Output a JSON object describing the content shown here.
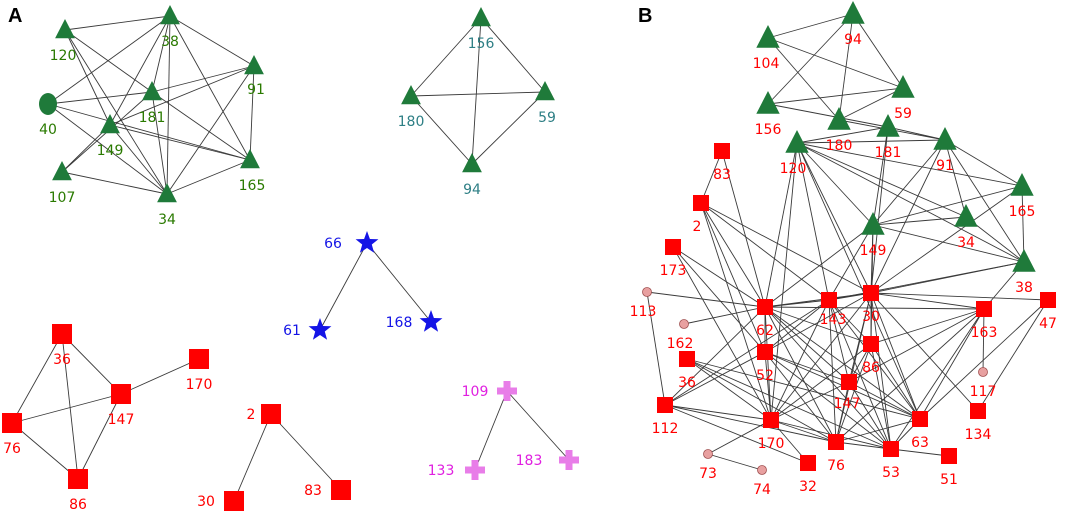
{
  "panels": [
    {
      "label": "A",
      "nodes": [
        {
          "id": "A-120",
          "label": "120",
          "shape": "triangle",
          "color": "green"
        },
        {
          "id": "A-38",
          "label": "38",
          "shape": "triangle",
          "color": "green"
        },
        {
          "id": "A-40",
          "label": "40",
          "shape": "circle",
          "color": "green"
        },
        {
          "id": "A-181",
          "label": "181",
          "shape": "triangle",
          "color": "green"
        },
        {
          "id": "A-91",
          "label": "91",
          "shape": "triangle",
          "color": "green"
        },
        {
          "id": "A-149",
          "label": "149",
          "shape": "triangle",
          "color": "green"
        },
        {
          "id": "A-107",
          "label": "107",
          "shape": "triangle",
          "color": "green"
        },
        {
          "id": "A-34",
          "label": "34",
          "shape": "triangle",
          "color": "green"
        },
        {
          "id": "A-165",
          "label": "165",
          "shape": "triangle",
          "color": "green"
        },
        {
          "id": "A-156",
          "label": "156",
          "shape": "triangle",
          "color": "green",
          "label_color": "teal"
        },
        {
          "id": "A-180",
          "label": "180",
          "shape": "triangle",
          "color": "green",
          "label_color": "teal"
        },
        {
          "id": "A-59",
          "label": "59",
          "shape": "triangle",
          "color": "green",
          "label_color": "teal"
        },
        {
          "id": "A-94",
          "label": "94",
          "shape": "triangle",
          "color": "green",
          "label_color": "teal"
        },
        {
          "id": "A-66",
          "label": "66",
          "shape": "star",
          "color": "blue"
        },
        {
          "id": "A-61",
          "label": "61",
          "shape": "star",
          "color": "blue"
        },
        {
          "id": "A-168",
          "label": "168",
          "shape": "star",
          "color": "blue"
        },
        {
          "id": "A-36",
          "label": "36",
          "shape": "square",
          "color": "red"
        },
        {
          "id": "A-147",
          "label": "147",
          "shape": "square",
          "color": "red"
        },
        {
          "id": "A-170",
          "label": "170",
          "shape": "square",
          "color": "red"
        },
        {
          "id": "A-76",
          "label": "76",
          "shape": "square",
          "color": "red"
        },
        {
          "id": "A-86",
          "label": "86",
          "shape": "square",
          "color": "red"
        },
        {
          "id": "A-2",
          "label": "2",
          "shape": "square",
          "color": "red"
        },
        {
          "id": "A-30",
          "label": "30",
          "shape": "square",
          "color": "red"
        },
        {
          "id": "A-83",
          "label": "83",
          "shape": "square",
          "color": "red"
        },
        {
          "id": "A-109",
          "label": "109",
          "shape": "cross",
          "color": "pink"
        },
        {
          "id": "A-133",
          "label": "133",
          "shape": "cross",
          "color": "pink"
        },
        {
          "id": "A-183",
          "label": "183",
          "shape": "cross",
          "color": "pink"
        }
      ],
      "edges": [
        [
          "A-120",
          "A-38"
        ],
        [
          "A-120",
          "A-149"
        ],
        [
          "A-120",
          "A-181"
        ],
        [
          "A-120",
          "A-34"
        ],
        [
          "A-38",
          "A-40"
        ],
        [
          "A-38",
          "A-149"
        ],
        [
          "A-38",
          "A-181"
        ],
        [
          "A-38",
          "A-91"
        ],
        [
          "A-38",
          "A-34"
        ],
        [
          "A-38",
          "A-165"
        ],
        [
          "A-40",
          "A-181"
        ],
        [
          "A-40",
          "A-165"
        ],
        [
          "A-40",
          "A-34"
        ],
        [
          "A-181",
          "A-91"
        ],
        [
          "A-181",
          "A-34"
        ],
        [
          "A-181",
          "A-165"
        ],
        [
          "A-181",
          "A-107"
        ],
        [
          "A-91",
          "A-149"
        ],
        [
          "A-91",
          "A-34"
        ],
        [
          "A-91",
          "A-165"
        ],
        [
          "A-149",
          "A-34"
        ],
        [
          "A-149",
          "A-165"
        ],
        [
          "A-149",
          "A-107"
        ],
        [
          "A-107",
          "A-34"
        ],
        [
          "A-34",
          "A-165"
        ],
        [
          "A-156",
          "A-180"
        ],
        [
          "A-156",
          "A-59"
        ],
        [
          "A-156",
          "A-94"
        ],
        [
          "A-180",
          "A-59"
        ],
        [
          "A-180",
          "A-94"
        ],
        [
          "A-59",
          "A-94"
        ],
        [
          "A-66",
          "A-61"
        ],
        [
          "A-66",
          "A-168"
        ],
        [
          "A-36",
          "A-147"
        ],
        [
          "A-36",
          "A-76"
        ],
        [
          "A-36",
          "A-86"
        ],
        [
          "A-147",
          "A-170"
        ],
        [
          "A-147",
          "A-76"
        ],
        [
          "A-147",
          "A-86"
        ],
        [
          "A-76",
          "A-86"
        ],
        [
          "A-2",
          "A-30"
        ],
        [
          "A-2",
          "A-83"
        ],
        [
          "A-109",
          "A-133"
        ],
        [
          "A-109",
          "A-183"
        ]
      ]
    },
    {
      "label": "B",
      "nodes": [
        {
          "id": "B-94",
          "label": "94",
          "shape": "triangle",
          "color": "green",
          "label_color": "red"
        },
        {
          "id": "B-104",
          "label": "104",
          "shape": "triangle",
          "color": "green",
          "label_color": "red"
        },
        {
          "id": "B-59",
          "label": "59",
          "shape": "triangle",
          "color": "green",
          "label_color": "red"
        },
        {
          "id": "B-156",
          "label": "156",
          "shape": "triangle",
          "color": "green",
          "label_color": "red"
        },
        {
          "id": "B-180",
          "label": "180",
          "shape": "triangle",
          "color": "green",
          "label_color": "red"
        },
        {
          "id": "B-181",
          "label": "181",
          "shape": "triangle",
          "color": "green",
          "label_color": "red"
        },
        {
          "id": "B-91",
          "label": "91",
          "shape": "triangle",
          "color": "green",
          "label_color": "red"
        },
        {
          "id": "B-120",
          "label": "120",
          "shape": "triangle",
          "color": "green",
          "label_color": "red"
        },
        {
          "id": "B-165",
          "label": "165",
          "shape": "triangle",
          "color": "green",
          "label_color": "red"
        },
        {
          "id": "B-149",
          "label": "149",
          "shape": "triangle",
          "color": "green",
          "label_color": "red"
        },
        {
          "id": "B-34",
          "label": "34",
          "shape": "triangle",
          "color": "green",
          "label_color": "red"
        },
        {
          "id": "B-38",
          "label": "38",
          "shape": "triangle",
          "color": "green",
          "label_color": "red"
        },
        {
          "id": "B-83",
          "label": "83",
          "shape": "square",
          "color": "red"
        },
        {
          "id": "B-2",
          "label": "2",
          "shape": "square",
          "color": "red"
        },
        {
          "id": "B-173",
          "label": "173",
          "shape": "square",
          "color": "red"
        },
        {
          "id": "B-113",
          "label": "113",
          "shape": "small-circle",
          "color": "rose"
        },
        {
          "id": "B-162",
          "label": "162",
          "shape": "small-circle",
          "color": "rose"
        },
        {
          "id": "B-62",
          "label": "62",
          "shape": "square",
          "color": "red"
        },
        {
          "id": "B-143",
          "label": "143",
          "shape": "square",
          "color": "red"
        },
        {
          "id": "B-30",
          "label": "30",
          "shape": "square",
          "color": "red"
        },
        {
          "id": "B-163",
          "label": "163",
          "shape": "square",
          "color": "red"
        },
        {
          "id": "B-47",
          "label": "47",
          "shape": "square",
          "color": "red"
        },
        {
          "id": "B-36",
          "label": "36",
          "shape": "square",
          "color": "red"
        },
        {
          "id": "B-52",
          "label": "52",
          "shape": "square",
          "color": "red"
        },
        {
          "id": "B-86",
          "label": "86",
          "shape": "square",
          "color": "red"
        },
        {
          "id": "B-117",
          "label": "117",
          "shape": "small-circle",
          "color": "rose"
        },
        {
          "id": "B-147",
          "label": "147",
          "shape": "square",
          "color": "red"
        },
        {
          "id": "B-134",
          "label": "134",
          "shape": "square",
          "color": "red"
        },
        {
          "id": "B-112",
          "label": "112",
          "shape": "square",
          "color": "red"
        },
        {
          "id": "B-170",
          "label": "170",
          "shape": "square",
          "color": "red"
        },
        {
          "id": "B-63",
          "label": "63",
          "shape": "square",
          "color": "red"
        },
        {
          "id": "B-76",
          "label": "76",
          "shape": "square",
          "color": "red"
        },
        {
          "id": "B-53",
          "label": "53",
          "shape": "square",
          "color": "red"
        },
        {
          "id": "B-51",
          "label": "51",
          "shape": "square",
          "color": "red"
        },
        {
          "id": "B-73",
          "label": "73",
          "shape": "small-circle",
          "color": "rose"
        },
        {
          "id": "B-74",
          "label": "74",
          "shape": "small-circle",
          "color": "rose"
        },
        {
          "id": "B-32",
          "label": "32",
          "shape": "square",
          "color": "red"
        }
      ],
      "edges": [
        [
          "B-104",
          "B-94"
        ],
        [
          "B-104",
          "B-59"
        ],
        [
          "B-104",
          "B-180"
        ],
        [
          "B-94",
          "B-156"
        ],
        [
          "B-94",
          "B-180"
        ],
        [
          "B-94",
          "B-59"
        ],
        [
          "B-156",
          "B-59"
        ],
        [
          "B-156",
          "B-181"
        ],
        [
          "B-180",
          "B-59"
        ],
        [
          "B-180",
          "B-91"
        ],
        [
          "B-120",
          "B-181"
        ],
        [
          "B-120",
          "B-91"
        ],
        [
          "B-120",
          "B-165"
        ],
        [
          "B-120",
          "B-34"
        ],
        [
          "B-120",
          "B-38"
        ],
        [
          "B-120",
          "B-149"
        ],
        [
          "B-120",
          "B-62"
        ],
        [
          "B-120",
          "B-143"
        ],
        [
          "B-120",
          "B-30"
        ],
        [
          "B-120",
          "B-170"
        ],
        [
          "B-120",
          "B-63"
        ],
        [
          "B-181",
          "B-91"
        ],
        [
          "B-181",
          "B-149"
        ],
        [
          "B-181",
          "B-30"
        ],
        [
          "B-91",
          "B-149"
        ],
        [
          "B-91",
          "B-38"
        ],
        [
          "B-91",
          "B-34"
        ],
        [
          "B-91",
          "B-165"
        ],
        [
          "B-91",
          "B-30"
        ],
        [
          "B-165",
          "B-38"
        ],
        [
          "B-165",
          "B-149"
        ],
        [
          "B-165",
          "B-30"
        ],
        [
          "B-149",
          "B-34"
        ],
        [
          "B-149",
          "B-38"
        ],
        [
          "B-149",
          "B-143"
        ],
        [
          "B-149",
          "B-30"
        ],
        [
          "B-149",
          "B-62"
        ],
        [
          "B-149",
          "B-86"
        ],
        [
          "B-34",
          "B-38"
        ],
        [
          "B-38",
          "B-30"
        ],
        [
          "B-38",
          "B-163"
        ],
        [
          "B-38",
          "B-143"
        ],
        [
          "B-83",
          "B-62"
        ],
        [
          "B-83",
          "B-2"
        ],
        [
          "B-2",
          "B-62"
        ],
        [
          "B-2",
          "B-143"
        ],
        [
          "B-2",
          "B-30"
        ],
        [
          "B-2",
          "B-52"
        ],
        [
          "B-2",
          "B-170"
        ],
        [
          "B-173",
          "B-62"
        ],
        [
          "B-173",
          "B-52"
        ],
        [
          "B-173",
          "B-170"
        ],
        [
          "B-113",
          "B-112"
        ],
        [
          "B-113",
          "B-62"
        ],
        [
          "B-162",
          "B-62"
        ],
        [
          "B-62",
          "B-143"
        ],
        [
          "B-62",
          "B-30"
        ],
        [
          "B-62",
          "B-52"
        ],
        [
          "B-62",
          "B-170"
        ],
        [
          "B-62",
          "B-76"
        ],
        [
          "B-62",
          "B-53"
        ],
        [
          "B-62",
          "B-63"
        ],
        [
          "B-62",
          "B-112"
        ],
        [
          "B-62",
          "B-147"
        ],
        [
          "B-62",
          "B-86"
        ],
        [
          "B-143",
          "B-30"
        ],
        [
          "B-143",
          "B-52"
        ],
        [
          "B-143",
          "B-86"
        ],
        [
          "B-143",
          "B-170"
        ],
        [
          "B-143",
          "B-76"
        ],
        [
          "B-143",
          "B-53"
        ],
        [
          "B-143",
          "B-147"
        ],
        [
          "B-143",
          "B-63"
        ],
        [
          "B-30",
          "B-163"
        ],
        [
          "B-30",
          "B-86"
        ],
        [
          "B-30",
          "B-52"
        ],
        [
          "B-30",
          "B-147"
        ],
        [
          "B-30",
          "B-63"
        ],
        [
          "B-30",
          "B-53"
        ],
        [
          "B-30",
          "B-76"
        ],
        [
          "B-30",
          "B-170"
        ],
        [
          "B-30",
          "B-134"
        ],
        [
          "B-30",
          "B-47"
        ],
        [
          "B-163",
          "B-117"
        ],
        [
          "B-163",
          "B-62"
        ],
        [
          "B-163",
          "B-76"
        ],
        [
          "B-163",
          "B-53"
        ],
        [
          "B-163",
          "B-63"
        ],
        [
          "B-163",
          "B-147"
        ],
        [
          "B-163",
          "B-86"
        ],
        [
          "B-47",
          "B-134"
        ],
        [
          "B-47",
          "B-63"
        ],
        [
          "B-36",
          "B-170"
        ],
        [
          "B-36",
          "B-63"
        ],
        [
          "B-36",
          "B-53"
        ],
        [
          "B-36",
          "B-76"
        ],
        [
          "B-52",
          "B-170"
        ],
        [
          "B-52",
          "B-76"
        ],
        [
          "B-52",
          "B-147"
        ],
        [
          "B-52",
          "B-112"
        ],
        [
          "B-52",
          "B-53"
        ],
        [
          "B-52",
          "B-63"
        ],
        [
          "B-86",
          "B-147"
        ],
        [
          "B-86",
          "B-76"
        ],
        [
          "B-86",
          "B-53"
        ],
        [
          "B-86",
          "B-63"
        ],
        [
          "B-86",
          "B-170"
        ],
        [
          "B-147",
          "B-170"
        ],
        [
          "B-147",
          "B-76"
        ],
        [
          "B-147",
          "B-53"
        ],
        [
          "B-147",
          "B-63"
        ],
        [
          "B-112",
          "B-170"
        ],
        [
          "B-112",
          "B-76"
        ],
        [
          "B-112",
          "B-143"
        ],
        [
          "B-112",
          "B-32"
        ],
        [
          "B-170",
          "B-76"
        ],
        [
          "B-170",
          "B-32"
        ],
        [
          "B-170",
          "B-53"
        ],
        [
          "B-76",
          "B-53"
        ],
        [
          "B-76",
          "B-63"
        ],
        [
          "B-53",
          "B-51"
        ],
        [
          "B-53",
          "B-63"
        ],
        [
          "B-73",
          "B-74"
        ],
        [
          "B-73",
          "B-170"
        ]
      ]
    }
  ],
  "palette": {
    "green": "#1f7a3a",
    "teal": "#2e7f85",
    "blue": "#1414e6",
    "red": "#ff0000",
    "pink": "#e87de8",
    "pink_label": "#e020e0",
    "rose": "#e8a0a0",
    "label_green": "#2a7a00",
    "edge": "#3a3a3a"
  }
}
